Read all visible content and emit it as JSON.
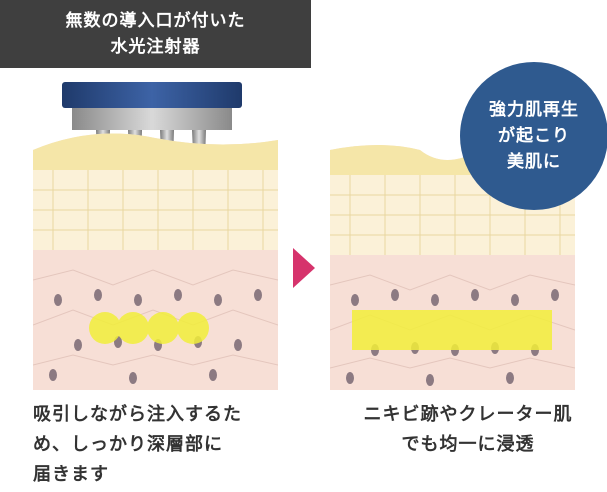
{
  "title": {
    "line1": "無数の導入口が付いた",
    "line2": "水光注射器"
  },
  "badge": {
    "line1": "強力肌再生",
    "line2": "が起こり",
    "line3": "美肌に"
  },
  "caption_left": {
    "line1": "吸引しながら注入するた",
    "line2": "め、しっかり深層部に",
    "line3": "届きます"
  },
  "caption_right": {
    "line1": "ニキビ跡やクレーター肌",
    "line2": "でも均一に浸透"
  },
  "colors": {
    "title_bg": "#3f3f3f",
    "badge_bg": "#2f5a8f",
    "arrow": "#d6336c",
    "highlight": "#f2ef3a",
    "device_cap": "#2f4f86"
  }
}
